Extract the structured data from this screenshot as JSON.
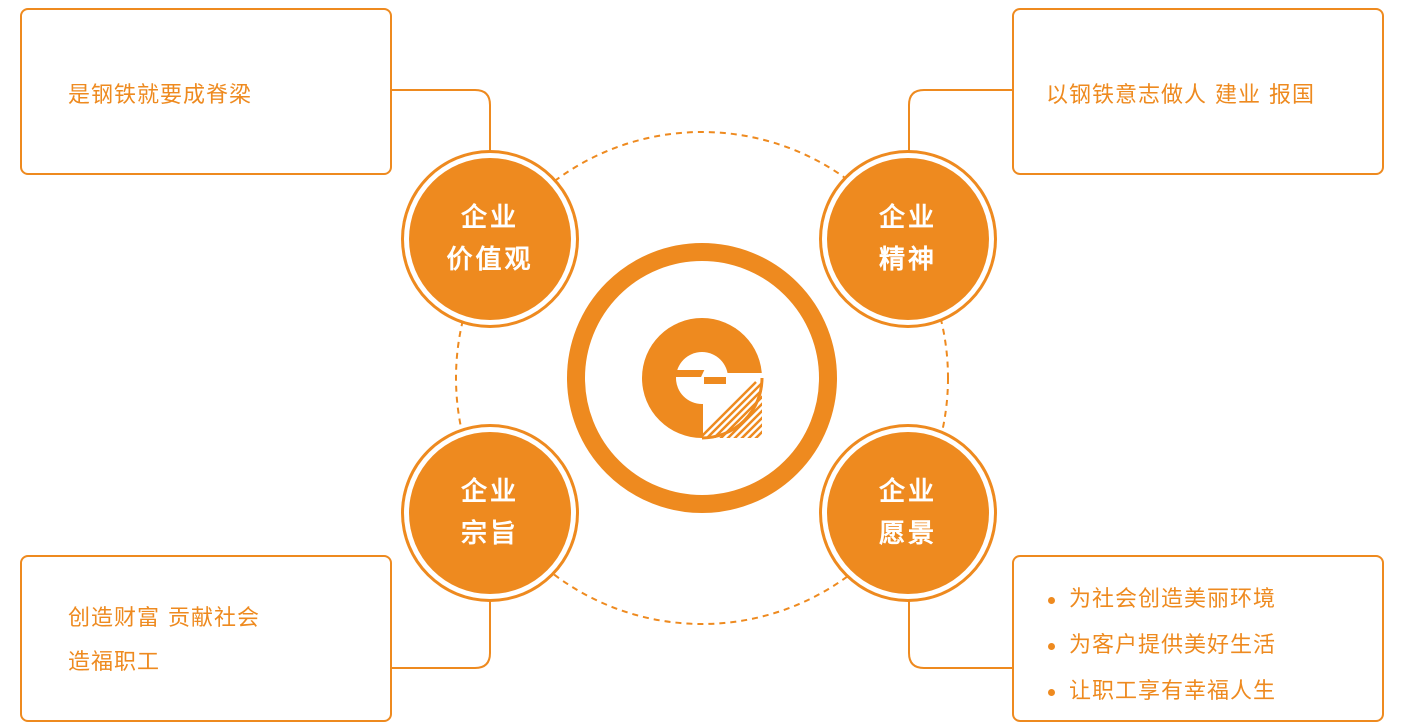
{
  "values_tl": {
    "circle_line1": "企业",
    "circle_line2": "价值观",
    "text": "是钢铁就要成脊梁"
  },
  "spirit_tr": {
    "circle_line1": "企业",
    "circle_line2": "精神",
    "text": "以钢铁意志做人 建业 报国"
  },
  "purpose_bl": {
    "circle_line1": "企业",
    "circle_line2": "宗旨",
    "line1": "创造财富 贡献社会",
    "line2": "造福职工"
  },
  "vision_br": {
    "circle_line1": "企业",
    "circle_line2": "愿景",
    "items": [
      "为社会创造美丽环境",
      "为客户提供美好生活",
      "让职工享有幸福人生"
    ]
  },
  "colors": {
    "accent": "#EE8A1F",
    "background": "#FFFFFF"
  },
  "icons": {
    "center_logo": "company-logo-icon",
    "bullet": "bullet-dot-icon"
  }
}
